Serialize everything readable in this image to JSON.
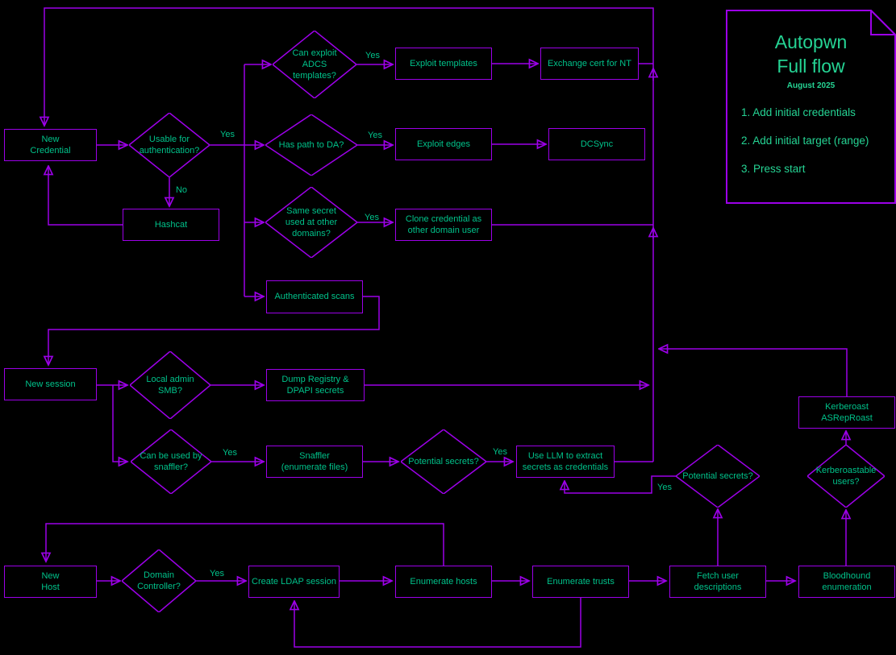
{
  "diagram": {
    "note": {
      "title_line1": "Autopwn",
      "title_line2": "Full flow",
      "subtitle": "August 2025",
      "steps": [
        "1. Add initial credentials",
        "2. Add initial target (range)",
        "3. Press start"
      ]
    },
    "nodes": {
      "new_credential": "New\nCredential",
      "usable_auth": "Usable for\nauthentication?",
      "hashcat": "Hashcat",
      "adcs": "Can exploit\nADCS\ntemplates?",
      "exploit_templates": "Exploit templates",
      "exchange_cert": "Exchange cert for NT",
      "path_da": "Has path to DA?",
      "exploit_edges": "Exploit edges",
      "dcsync": "DCSync",
      "same_secret": "Same secret\nused at other\ndomains?",
      "clone_credential": "Clone credential as\nother domain user",
      "authenticated_scans": "Authenticated scans",
      "new_session": "New session",
      "local_admin": "Local admin\nSMB?",
      "dump_registry": "Dump Registry &\nDPAPI secrets",
      "snaffler_q": "Can be used by\nsnaffler?",
      "snaffler": "Snaffler\n(enumerate files)",
      "potential_secrets_1": "Potential secrets?",
      "use_llm": "Use LLM to extract\nsecrets as credentials",
      "potential_secrets_2": "Potential secrets?",
      "kerberoastable": "Kerberoastable\nusers?",
      "kerberoast": "Kerberoast\nASRepRoast",
      "new_host": "New\nHost",
      "domain_controller": "Domain\nController?",
      "create_ldap": "Create LDAP session",
      "enumerate_hosts": "Enumerate hosts",
      "enumerate_trusts": "Enumerate trusts",
      "fetch_user_desc": "Fetch user\ndescriptions",
      "bloodhound": "Bloodhound\nenumeration"
    },
    "edge_labels": {
      "yes_usable": "Yes",
      "no_usable": "No",
      "yes_adcs": "Yes",
      "yes_pathda": "Yes",
      "yes_same": "Yes",
      "yes_snaffler": "Yes",
      "yes_pot1": "Yes",
      "yes_pot2": "Yes",
      "yes_dc": "Yes"
    },
    "colors": {
      "background": "#000000",
      "line": "#9c00e8",
      "text": "#00c28a",
      "note_text": "#25d494"
    }
  }
}
